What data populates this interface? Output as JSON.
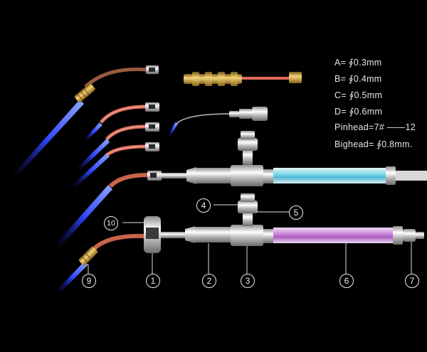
{
  "specs": [
    "A= ∮0.3mm",
    "B= ∮0.4mm",
    "C= ∮0.5mm",
    "D= ∮0.6mm",
    "Pinhead=7# ——12",
    "Bighead= ∮0.8mm."
  ],
  "callouts": [
    "1",
    "2",
    "3",
    "4",
    "5",
    "6",
    "7",
    "9",
    "10"
  ],
  "colors": {
    "background": "#000000",
    "flame": "#3b5bff",
    "copper_tube": "#c8644a",
    "brass": "#c9a23a",
    "chrome": "#d8d8d8",
    "blue_cylinder": "#6fd2e0",
    "purple_cylinder": "#c879d6",
    "label_text": "#e6e6e6"
  }
}
